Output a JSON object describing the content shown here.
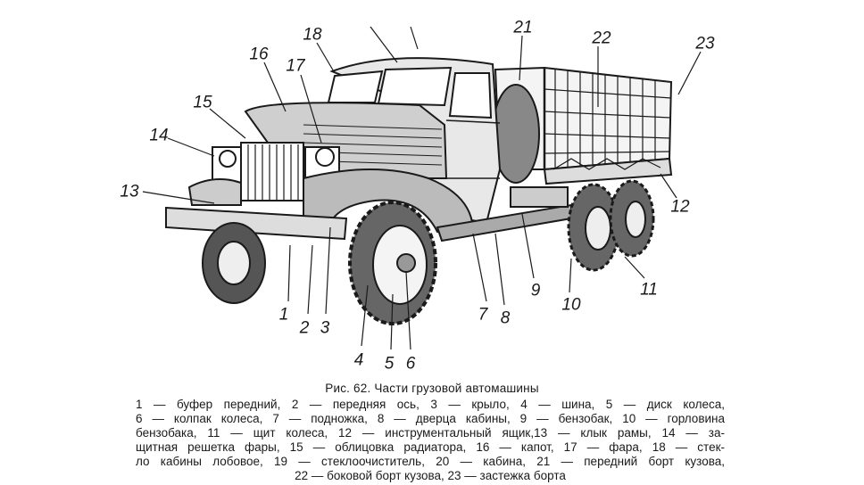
{
  "figure": {
    "labels": {
      "l1": "1",
      "l2": "2",
      "l3": "3",
      "l4": "4",
      "l5": "5",
      "l6": "6",
      "l7": "7",
      "l8": "8",
      "l9": "9",
      "l10": "10",
      "l11": "11",
      "l12": "12",
      "l13": "13",
      "l14": "14",
      "l15": "15",
      "l16": "16",
      "l17": "17",
      "l18": "18",
      "l21": "21",
      "l22": "22",
      "l23": "23"
    }
  },
  "caption": {
    "title": "Рис. 62. Части грузовой автомашины",
    "lines": [
      "1 — буфер передний, 2 — передняя ось, 3 — крыло, 4 — шина, 5 — диск колеса,",
      "6 — колпак колеса, 7 — подножка, 8 — дверца кабины, 9 — бензобак, 10 — горловина",
      "бензобака, 11 — щит колеса, 12 — инструментальный ящик,13 — клык рамы, 14 — за-",
      "щитная решетка фары, 15 — облицовка радиатора, 16 — капот, 17 — фара, 18 — стек-",
      "ло кабины лобовое, 19 — стеклоочиститель, 20 — кабина, 21 — передний борт кузова,",
      "22 — боковой борт кузова, 23 — застежка борта"
    ]
  }
}
